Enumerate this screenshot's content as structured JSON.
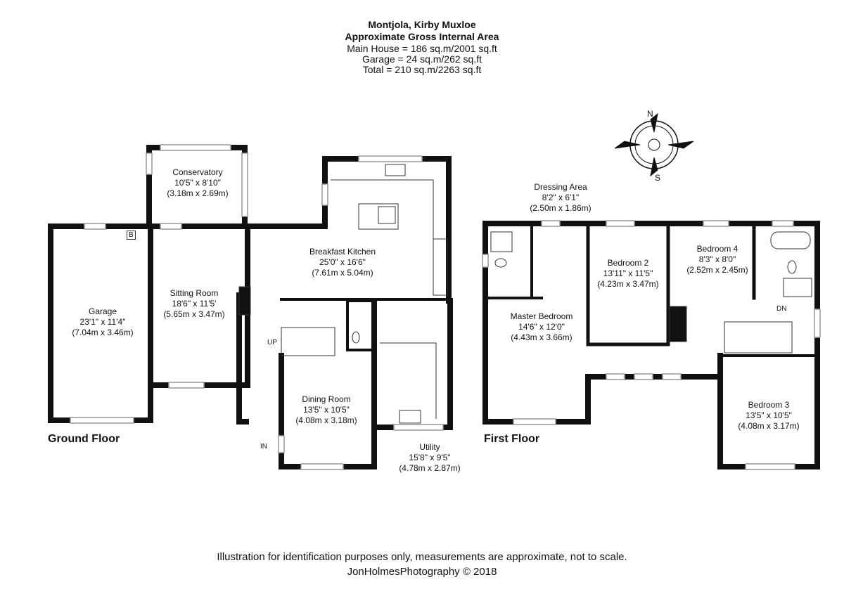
{
  "header": {
    "property": "Montjola, Kirby Muxloe",
    "area_title": "Approximate Gross Internal Area",
    "main_house": "Main House = 186 sq.m/2001 sq.ft",
    "garage": "Garage = 24 sq.m/262 sq.ft",
    "total": "Total = 210 sq.m/2263 sq.ft"
  },
  "ground_floor": {
    "label": "Ground Floor",
    "rooms": {
      "conservatory": {
        "name": "Conservatory",
        "imperial": "10'5\" x 8'10\"",
        "metric": "(3.18m x 2.69m)"
      },
      "breakfast_kitchen": {
        "name": "Breakfast Kitchen",
        "imperial": "25'0\" x 16'6\"",
        "metric": "(7.61m x 5.04m)"
      },
      "garage": {
        "name": "Garage",
        "imperial": "23'1\" x 11'4\"",
        "metric": "(7.04m x 3.46m)"
      },
      "sitting_room": {
        "name": "Sitting Room",
        "imperial": "18'6\" x 11'5'",
        "metric": "(5.65m x 3.47m)"
      },
      "dining_room": {
        "name": "Dining Room",
        "imperial": "13'5\" x 10'5\"",
        "metric": "(4.08m x 3.18m)"
      },
      "utility": {
        "name": "Utility",
        "imperial": "15'8\" x 9'5\"",
        "metric": "(4.78m x 2.87m)"
      }
    },
    "boiler_mark": "B",
    "up_label": "UP",
    "in_label": "IN"
  },
  "first_floor": {
    "label": "First Floor",
    "rooms": {
      "dressing_area": {
        "name": "Dressing Area",
        "imperial": "8'2\" x 6'1\"",
        "metric": "(2.50m x 1.86m)"
      },
      "master_bedroom": {
        "name": "Master Bedroom",
        "imperial": "14'6\" x 12'0\"",
        "metric": "(4.43m x 3.66m)"
      },
      "bedroom_2": {
        "name": "Bedroom 2",
        "imperial": "13'11\" x 11'5\"",
        "metric": "(4.23m x 3.47m)"
      },
      "bedroom_4": {
        "name": "Bedroom 4",
        "imperial": "8'3\" x 8'0\"",
        "metric": "(2.52m x 2.45m)"
      },
      "bedroom_3": {
        "name": "Bedroom 3",
        "imperial": "13'5\" x 10'5\"",
        "metric": "(4.08m x 3.17m)"
      }
    },
    "dn_label": "DN"
  },
  "compass": {
    "north": "N",
    "south": "S"
  },
  "footer": {
    "disclaimer": "Illustration for identification purposes only, measurements are approximate, not to scale.",
    "credit": "JonHolmesPhotography © 2018"
  },
  "colors": {
    "wall": "#111111",
    "window": "#9a9a9a",
    "line": "#333333"
  }
}
